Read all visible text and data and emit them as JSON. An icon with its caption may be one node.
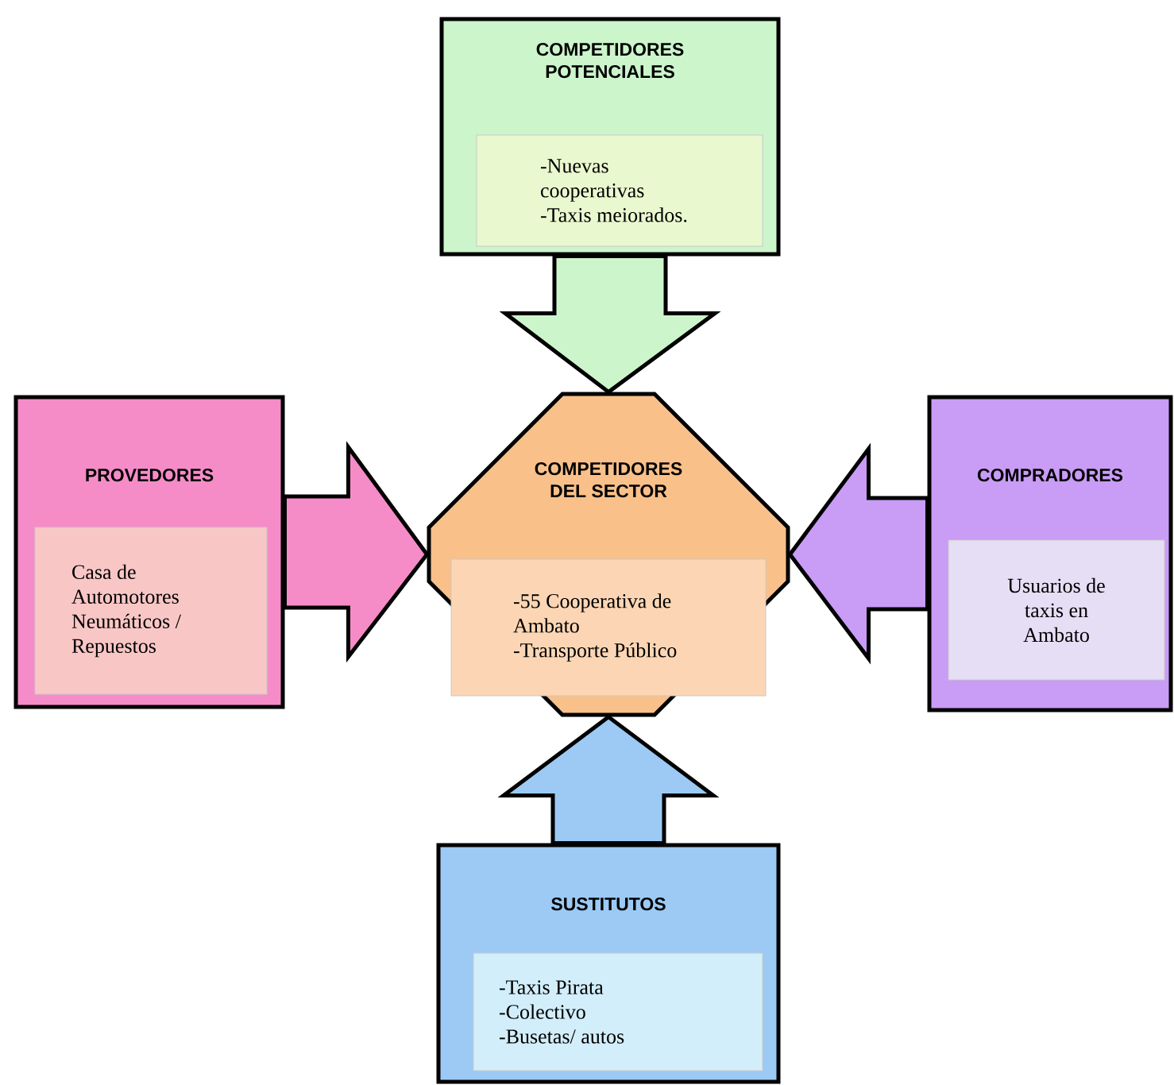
{
  "diagram": {
    "nodes": [
      {
        "text": [
          "COMPETIDORES POTENCIALES"
        ]
      },
      {
        "text": [
          "-Nuevas cooperativas",
          "-Taxis meiorados."
        ],
        "in": 0
      },
      {
        "text": [
          "PROVEDORES"
        ]
      },
      {
        "text": [
          "Casa de Automotores Neumáticos / Repuestos"
        ],
        "in": 2
      },
      {
        "text": [
          "COMPETIDORES DEL SECTOR"
        ]
      },
      {
        "text": [
          "-55 Cooperativa de Ambato",
          "-Transporte Público"
        ],
        "in": 4
      },
      {
        "text": [
          "COMPRADORES"
        ]
      },
      {
        "text": [
          "Usuarios de taxis en Ambato"
        ],
        "in": 6
      },
      {
        "text": [
          "SUSTITUTOS"
        ]
      },
      {
        "text": [
          "-Taxis Pirata",
          "-Colectivo",
          "-Busetas/ autos"
        ],
        "in": 8
      }
    ],
    "edges": [
      {
        "from": 0,
        "to": 4,
        "arrow": "to"
      },
      {
        "from": 2,
        "to": 4,
        "arrow": "to"
      },
      {
        "from": 6,
        "to": 4,
        "arrow": "to"
      },
      {
        "from": 8,
        "to": 4,
        "arrow": "to"
      }
    ]
  }
}
